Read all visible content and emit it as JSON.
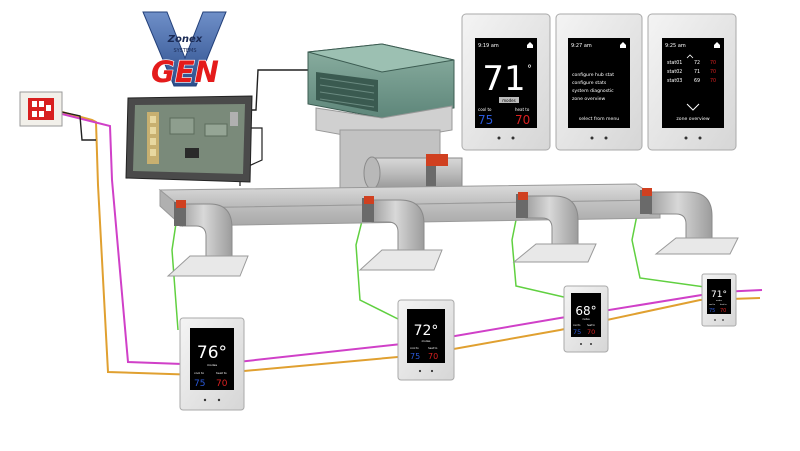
{
  "logo": {
    "brand": "Zonex",
    "tagline": "SYSTEMS",
    "product": "GEN",
    "mark": "V"
  },
  "colors": {
    "orange_wire": "#e0a030",
    "magenta_wire": "#d040c8",
    "green_wire": "#60d040",
    "black_wire": "#202020",
    "cool": "#2a58d8",
    "heat": "#d82020",
    "duct": "#c8c8c8",
    "unit": "#6a9484"
  },
  "main_panels": [
    {
      "time": "9:19 am",
      "temp": "71",
      "deg": "°",
      "mode": "modes",
      "cool_label": "cool to",
      "heat_label": "heat to",
      "cool": "75",
      "heat": "70"
    },
    {
      "time": "9:27 am",
      "menu": [
        "configure hub stat",
        "configure stats",
        "system diagnostic",
        "zone overview"
      ],
      "footer": "select from menu"
    },
    {
      "time": "9:25 am",
      "rows": [
        {
          "name": "stat01",
          "cool": "72",
          "heat": "70"
        },
        {
          "name": "stat02",
          "cool": "71",
          "heat": "70"
        },
        {
          "name": "stat03",
          "cool": "69",
          "heat": "70"
        }
      ],
      "arrow": "^",
      "arrow_down": "v",
      "footer": "zone overview"
    }
  ],
  "zone_stats": [
    {
      "temp": "76°",
      "mode": "modes",
      "cool_label": "cool to",
      "heat_label": "heat to",
      "cool": "75",
      "heat": "70"
    },
    {
      "temp": "72°",
      "mode": "modes",
      "cool_label": "cool to",
      "heat_label": "heat to",
      "cool": "75",
      "heat": "70"
    },
    {
      "temp": "68°",
      "mode": "modes",
      "cool_label": "cool to",
      "heat_label": "heat to",
      "cool": "75",
      "heat": "70"
    },
    {
      "temp": "71°",
      "mode": "modes",
      "cool_label": "cool to",
      "heat_label": "heat to",
      "cool": "75",
      "heat": "70"
    }
  ],
  "icons": [
    "home-icon",
    "thermometer-icon",
    "chevron-up-icon",
    "chevron-down-icon"
  ]
}
